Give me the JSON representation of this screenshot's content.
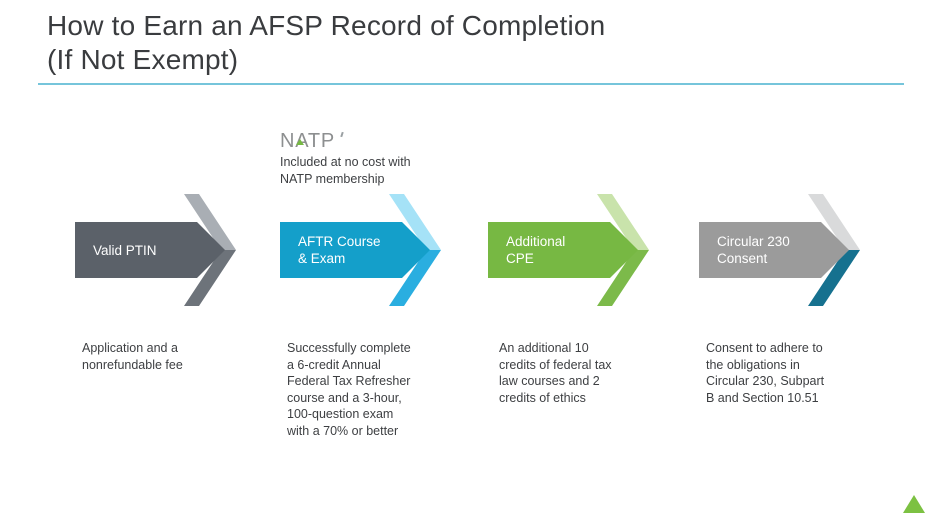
{
  "title": {
    "line1": "How to Earn an AFSP Record of Completion",
    "line2": "(If Not Exempt)"
  },
  "natp": {
    "logo_text": "NATP",
    "caption": "Included at no cost with\nNATP membership"
  },
  "steps": [
    {
      "label": "Valid PTIN",
      "description": "Application and a\nnonrefundable fee",
      "arrow_color": "#5b6169",
      "chevron_top_color": "#a9aeb4",
      "chevron_bottom_color": "#6d737a"
    },
    {
      "label": "AFTR Course\n& Exam",
      "description": "Successfully complete\na 6-credit Annual\nFederal Tax Refresher\ncourse and a 3-hour,\n100-question exam\nwith a 70% or better",
      "arrow_color": "#149fca",
      "chevron_top_color": "#a5e2f7",
      "chevron_bottom_color": "#2aaee0"
    },
    {
      "label": "Additional\nCPE",
      "description": "An additional 10\ncredits of federal tax\nlaw courses and 2\ncredits of ethics",
      "arrow_color": "#77b843",
      "chevron_top_color": "#c9e3ab",
      "chevron_bottom_color": "#7cba4a"
    },
    {
      "label": "Circular 230\nConsent",
      "description": "Consent to adhere to\nthe obligations in\nCircular 230, Subpart\nB and Section 10.51",
      "arrow_color": "#9b9b9b",
      "chevron_top_color": "#d9dadb",
      "chevron_bottom_color": "#16718f"
    }
  ],
  "accents": {
    "underline_color": "#76c5db",
    "corner_triangle_color": "#7cc142",
    "natp_gray": "#8d8f90",
    "natp_green": "#76b843"
  }
}
